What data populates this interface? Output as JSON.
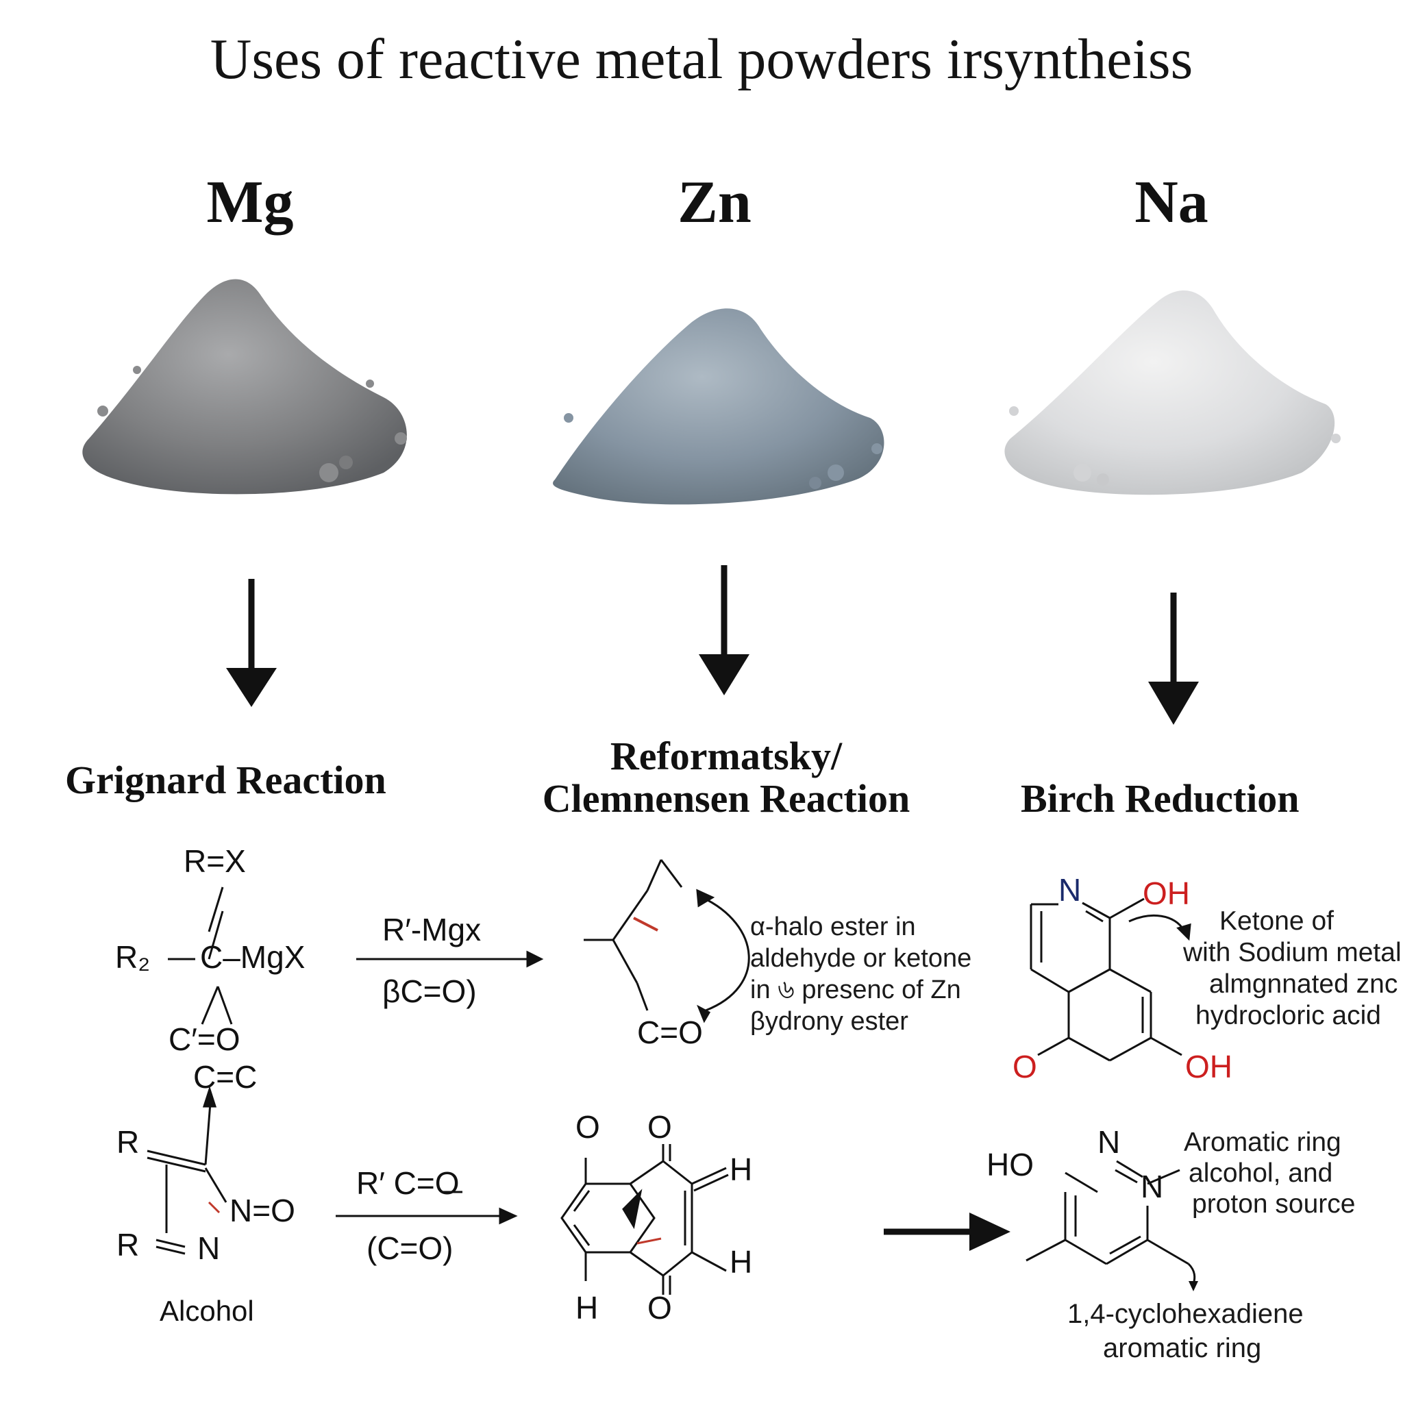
{
  "title": "Uses of reactive metal powders irsyntheiss",
  "metals": [
    {
      "symbol": "Mg",
      "powder_color": "#7f8082",
      "powder_dark": "#5e6063",
      "powder_light": "#a9aaac"
    },
    {
      "symbol": "Zn",
      "powder_color": "#8594a2",
      "powder_dark": "#66747f",
      "powder_light": "#aebac4"
    },
    {
      "symbol": "Na",
      "powder_color": "#d9dadb",
      "powder_dark": "#c2c4c6",
      "powder_light": "#ececec"
    }
  ],
  "reactions": {
    "grignard": "Grignard Reaction",
    "reformatsky_line1": "Reformatsky/",
    "reformatsky_line2": "Clemnensen Reaction",
    "birch": "Birch Reduction"
  },
  "grignard_scheme": {
    "rx": "R=X",
    "r2": "R₂",
    "c_mgx": "C–MgX",
    "reagent": "R′-Mgx",
    "condition": "βC=O)",
    "c_prime_o": "C′=O",
    "c_c": "C=C",
    "r_top": "R",
    "r_bottom": "R",
    "n_o": "N=O",
    "n": "N",
    "alcohol": "Alcohol",
    "reagent2": "R′ C=O",
    "condition2": "(C=O)"
  },
  "zn_scheme": {
    "co": "C=O",
    "note_line1": "α-halo ester in",
    "note_line2": "aldehyde or ketone",
    "note_line3": "in ৬ presenc of Zn",
    "note_line4": "βydrony ester",
    "o_left": "O",
    "o_right": "O",
    "h_top": "H",
    "h_mid": "H",
    "h_bottom": "H",
    "o_bottom": "O"
  },
  "na_scheme": {
    "n": "N",
    "oh_top": "OH",
    "o_left": "O",
    "oh_bottom": "OH",
    "note_line1": "Ketone of",
    "note_line2": "with Sodium metal",
    "note_line3": "almgnnated znc",
    "note_line4": "hydrocloric acid",
    "ho": "HO",
    "n_top": "N",
    "n_ring": "N",
    "aromatic_line1": "Aromatic ring",
    "aromatic_line2": "alcohol, and",
    "aromatic_line3": "proton source",
    "product_line1": "1,4-cyclohexadiene",
    "product_line2": "aromatic ring"
  },
  "colors": {
    "oxygen": "#cc1f1f",
    "nitrogen": "#1a2a6b",
    "accent_red": "#c0392b",
    "ink": "#111111"
  }
}
